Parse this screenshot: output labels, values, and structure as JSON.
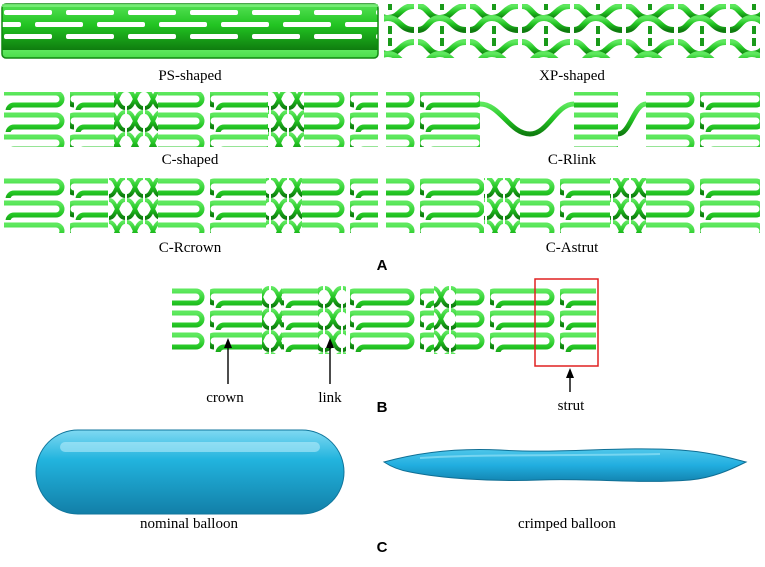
{
  "panels": {
    "a": {
      "letter": "A",
      "stents": [
        {
          "label": "PS-shaped"
        },
        {
          "label": "XP-shaped"
        },
        {
          "label": "C-shaped"
        },
        {
          "label": "C-Rlink"
        },
        {
          "label": "C-Rcrown"
        },
        {
          "label": "C-Astrut"
        }
      ]
    },
    "b": {
      "letter": "B",
      "annotations": {
        "crown": "crown",
        "link": "link",
        "strut": "strut"
      }
    },
    "c": {
      "letter": "C",
      "balloons": {
        "nominal": "nominal balloon",
        "crimped": "crimped balloon"
      }
    }
  },
  "colors": {
    "stent_fill": "#22cc22",
    "stent_dark": "#118811",
    "balloon_fill": "#1fb0d8",
    "balloon_dark": "#1380a8",
    "highlight_box": "#e02020"
  }
}
